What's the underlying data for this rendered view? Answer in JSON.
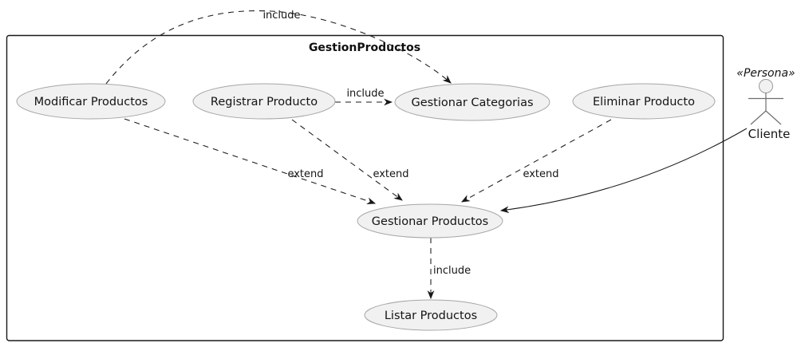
{
  "diagram": {
    "kind": "uml-use-case-diagram",
    "system": {
      "title": "GestionProductos"
    },
    "usecases": [
      {
        "id": "modificar-productos",
        "label": "Modificar Productos"
      },
      {
        "id": "registrar-producto",
        "label": "Registrar Producto"
      },
      {
        "id": "gestionar-categorias",
        "label": "Gestionar Categorias"
      },
      {
        "id": "eliminar-producto",
        "label": "Eliminar Producto"
      },
      {
        "id": "gestionar-productos",
        "label": "Gestionar Productos"
      },
      {
        "id": "listar-productos",
        "label": "Listar Productos"
      }
    ],
    "actor": {
      "stereotype": "«Persona»",
      "name": "Cliente"
    },
    "edges": [
      {
        "from": "Modificar Productos",
        "to": "Gestionar Categorias",
        "label": "include",
        "style": "dashed"
      },
      {
        "from": "Registrar Producto",
        "to": "Gestionar Categorias",
        "label": "include",
        "style": "dashed"
      },
      {
        "from": "Modificar Productos",
        "to": "Gestionar Productos",
        "label": "extend",
        "style": "dashed"
      },
      {
        "from": "Registrar Producto",
        "to": "Gestionar Productos",
        "label": "extend",
        "style": "dashed"
      },
      {
        "from": "Eliminar Producto",
        "to": "Gestionar Productos",
        "label": "extend",
        "style": "dashed"
      },
      {
        "from": "Gestionar Productos",
        "to": "Listar Productos",
        "label": "include",
        "style": "dashed"
      },
      {
        "from": "Cliente",
        "to": "Gestionar Productos",
        "label": "",
        "style": "solid"
      }
    ],
    "colors": {
      "background": "#ffffff",
      "usecase_fill": "#f1f1f1",
      "usecase_border": "#a6a6a6",
      "boundary_border": "#181818",
      "edge_line": "#181818",
      "text": "#141414"
    }
  }
}
